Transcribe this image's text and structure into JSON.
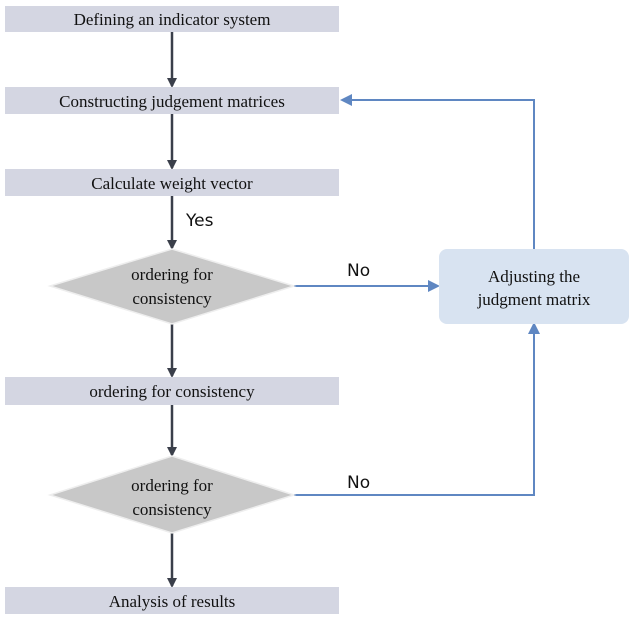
{
  "nodes": {
    "define_system": "Defining an indicator system",
    "construct_matrices": "Constructing judgement matrices",
    "calc_weight": "Calculate weight vector",
    "decision1_line1": "ordering for",
    "decision1_line2": "consistency",
    "ordering_consistency": "ordering for consistency",
    "decision2_line1": "ordering for",
    "decision2_line2": "consistency",
    "adjust_line1": "Adjusting the",
    "adjust_line2": "judgment matrix",
    "analysis": "Analysis of results"
  },
  "edges": {
    "yes_label": "Yes",
    "no_label_1": "No",
    "no_label_2": "No"
  },
  "colors": {
    "box_fill": "#d4d6e2",
    "diamond_fill": "#c8c8c8",
    "adjust_fill": "#d8e3f1",
    "dark_arrow": "#3a3f4a",
    "blue_arrow": "#5f87c2"
  }
}
